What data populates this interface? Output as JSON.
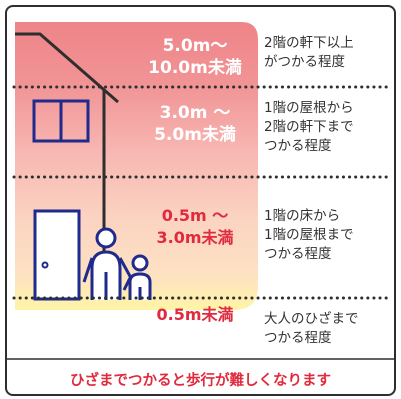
{
  "levels": [
    {
      "depth": [
        "5.0m〜",
        "10.0m未満"
      ],
      "description": [
        "2階の軒下以上",
        "がつかる程度"
      ],
      "fill": "#f08b8e"
    },
    {
      "depth": [
        "3.0m 〜",
        "5.0m未満"
      ],
      "description": [
        "1階の屋根から",
        "2階の軒下まで",
        "つかる程度"
      ],
      "fill": "#f7b3b0"
    },
    {
      "depth": [
        "0.5m 〜",
        "3.0m未満"
      ],
      "description": [
        "1階の床から",
        "1階の屋根まで",
        "つかる程度"
      ],
      "fill": "#fbd5c2"
    },
    {
      "depth": [
        "0.5m未満"
      ],
      "description": [
        "大人のひざまで",
        "つかる程度"
      ],
      "fill": "#fff3a8"
    }
  ],
  "footer_text": "ひざまでつかると歩行が難しくなります",
  "colors": {
    "accent_red": "#e02a3d",
    "house_outline": "#2e2e2e",
    "door_window_blue": "#1f2a8c",
    "frame_border": "#2e2e2e"
  },
  "icons": [
    "house-icon",
    "window-icon",
    "door-icon",
    "adult-figure-icon",
    "child-figure-icon"
  ]
}
